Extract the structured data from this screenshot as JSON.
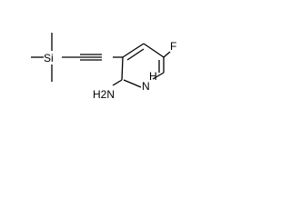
{
  "molecule": {
    "atoms": {
      "fluorine": "F",
      "nitrogen_ring": "N",
      "hydrogen_on_n": "H",
      "amine": "H2N",
      "silicon": "Si"
    }
  }
}
